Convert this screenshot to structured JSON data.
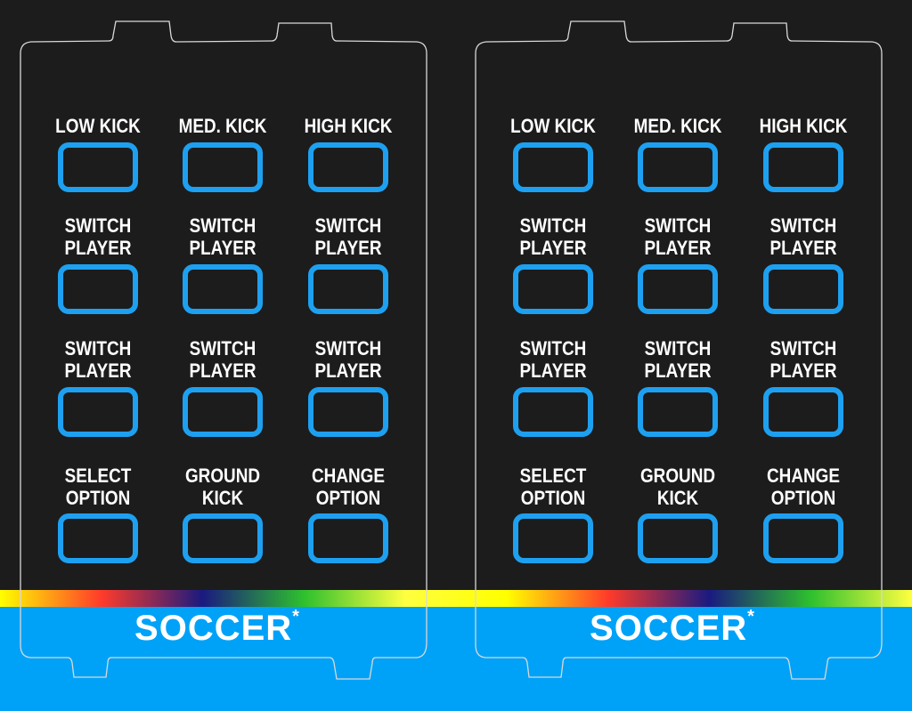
{
  "colors": {
    "background": "#1c1c1c",
    "key_border": "#1ea0f0",
    "bottom": "#00a2f8",
    "outline": "#d8d8d8"
  },
  "rainbow": [
    "#ffff00",
    "#ff3b2a",
    "#1a1a80",
    "#2ec02e",
    "#ffff40"
  ],
  "panels": [
    {
      "title": "SOCCER",
      "title_mark": "*",
      "rows": [
        [
          "LOW KICK",
          "MED. KICK",
          "HIGH KICK"
        ],
        [
          "SWITCH\nPLAYER",
          "SWITCH\nPLAYER",
          "SWITCH\nPLAYER"
        ],
        [
          "SWITCH\nPLAYER",
          "SWITCH\nPLAYER",
          "SWITCH\nPLAYER"
        ],
        [
          "SELECT\nOPTION",
          "GROUND\nKICK",
          "CHANGE\nOPTION"
        ]
      ]
    },
    {
      "title": "SOCCER",
      "title_mark": "*",
      "rows": [
        [
          "LOW KICK",
          "MED. KICK",
          "HIGH KICK"
        ],
        [
          "SWITCH\nPLAYER",
          "SWITCH\nPLAYER",
          "SWITCH\nPLAYER"
        ],
        [
          "SWITCH\nPLAYER",
          "SWITCH\nPLAYER",
          "SWITCH\nPLAYER"
        ],
        [
          "SELECT\nOPTION",
          "GROUND\nKICK",
          "CHANGE\nOPTION"
        ]
      ]
    }
  ]
}
